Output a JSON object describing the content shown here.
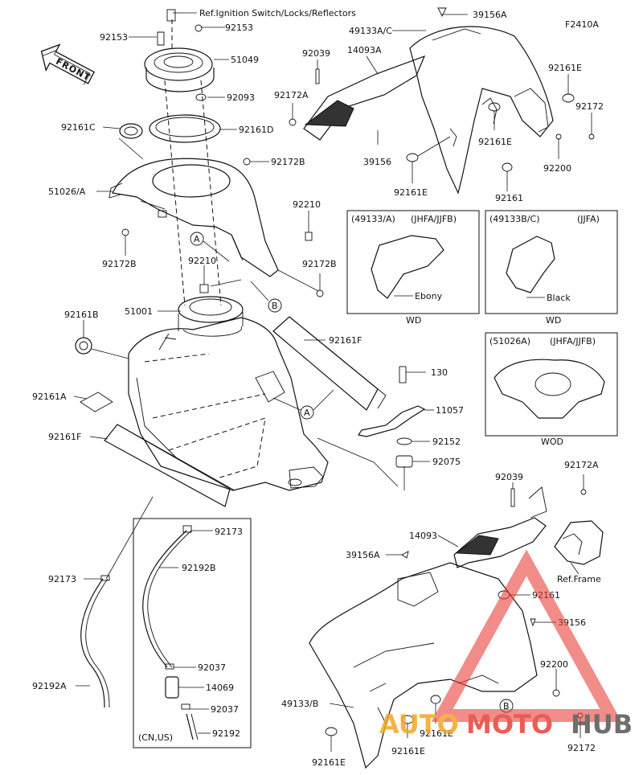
{
  "diagram": {
    "code": "F2410A",
    "note_ref": "Ref.Ignition Switch/Locks/Reflectors",
    "front_label": "FRONT",
    "callouts": [
      "A",
      "B"
    ],
    "labels": {
      "p92153a": "92153",
      "p92153b": "92153",
      "p51049": "51049",
      "p92093": "92093",
      "p92161c": "92161C",
      "p92161d": "92161D",
      "p92172b1": "92172B",
      "p51026a": "51026/A",
      "p92172b2": "92172B",
      "p92210a": "92210",
      "p92210b": "92210",
      "p92172b3": "92172B",
      "p51001": "51001",
      "p92161b": "92161B",
      "p92161f1": "92161F",
      "p92161a": "92161A",
      "p92161f2": "92161F",
      "p130": "130",
      "p11057": "11057",
      "p92152": "92152",
      "p92075": "92075",
      "p39156a1": "39156A",
      "p49133ac": "49133A/C",
      "p92039a": "92039",
      "p14093a": "14093A",
      "p92161e1": "92161E",
      "p92172a1": "92172A",
      "p92172": "92172",
      "p92161e2": "92161E",
      "p39156": "39156",
      "p92200a": "92200",
      "p92161e3": "92161E",
      "p92161a2": "92161",
      "p92173a": "92173",
      "p92192b": "92192B",
      "p92173b": "92173",
      "p92037a": "92037",
      "p14069": "14069",
      "p92037b": "92037",
      "p92192": "92192",
      "p92192a": "92192A",
      "p92039b": "92039",
      "p92172a2": "92172A",
      "p14093": "14093",
      "p39156a2": "39156A",
      "p92161b2": "92161",
      "p39156b": "39156",
      "p49133b": "49133/B",
      "p92200b": "92200",
      "p92161e4": "92161E",
      "p92161e5": "92161E",
      "p92172c": "92172"
    },
    "ref_frame": "Ref.Frame",
    "market_note": "(CN,US)"
  },
  "insets": [
    {
      "header_left": "(49133/A)",
      "header_right": "(JHFA/JJFB)",
      "callout": "Ebony",
      "code": "WD"
    },
    {
      "header_left": "(49133B/C)",
      "header_right": "(JJFA)",
      "callout": "Black",
      "code": "WD"
    },
    {
      "header_left": "(51026A)",
      "header_right": "(JHFA/JJFB)",
      "code": "WOD"
    }
  ],
  "watermark": {
    "brand_left": "AUTO",
    "brand_mid": "MOTO",
    "brand_right": "HUB",
    "colors": {
      "orange": "#f5a623",
      "red": "#e8403a",
      "gray": "#555555"
    }
  }
}
